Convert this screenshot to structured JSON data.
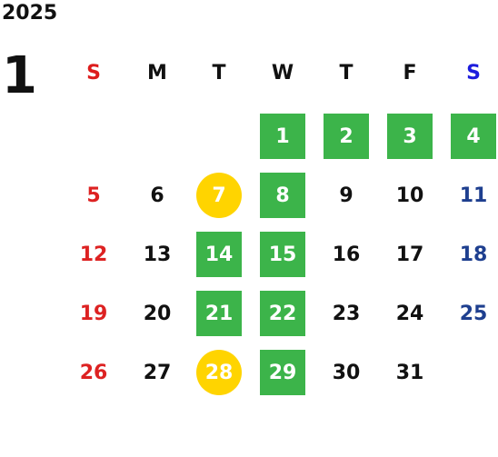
{
  "calendar": {
    "year": "2025",
    "month": "1",
    "weekdays": [
      {
        "label": "S",
        "color": "#dd1c1c"
      },
      {
        "label": "M",
        "color": "#111111"
      },
      {
        "label": "T",
        "color": "#111111"
      },
      {
        "label": "W",
        "color": "#111111"
      },
      {
        "label": "T",
        "color": "#111111"
      },
      {
        "label": "F",
        "color": "#111111"
      },
      {
        "label": "S",
        "color": "#1c1cdd"
      }
    ],
    "colors": {
      "sunday": "#dd2222",
      "saturday": "#1e3f8f",
      "weekday": "#111111",
      "highlight_green": "#3cb44a",
      "highlight_yellow": "#ffd400"
    },
    "weeks": [
      [
        null,
        null,
        null,
        {
          "day": "1",
          "mark": "green"
        },
        {
          "day": "2",
          "mark": "green"
        },
        {
          "day": "3",
          "mark": "green"
        },
        {
          "day": "4",
          "mark": "green"
        }
      ],
      [
        {
          "day": "5"
        },
        {
          "day": "6"
        },
        {
          "day": "7",
          "mark": "yellow"
        },
        {
          "day": "8",
          "mark": "green"
        },
        {
          "day": "9"
        },
        {
          "day": "10"
        },
        {
          "day": "11"
        }
      ],
      [
        {
          "day": "12"
        },
        {
          "day": "13"
        },
        {
          "day": "14",
          "mark": "green"
        },
        {
          "day": "15",
          "mark": "green"
        },
        {
          "day": "16"
        },
        {
          "day": "17"
        },
        {
          "day": "18"
        }
      ],
      [
        {
          "day": "19"
        },
        {
          "day": "20"
        },
        {
          "day": "21",
          "mark": "green"
        },
        {
          "day": "22",
          "mark": "green"
        },
        {
          "day": "23"
        },
        {
          "day": "24"
        },
        {
          "day": "25"
        }
      ],
      [
        {
          "day": "26"
        },
        {
          "day": "27"
        },
        {
          "day": "28",
          "mark": "yellow"
        },
        {
          "day": "29",
          "mark": "green"
        },
        {
          "day": "30"
        },
        {
          "day": "31"
        },
        null
      ]
    ]
  }
}
